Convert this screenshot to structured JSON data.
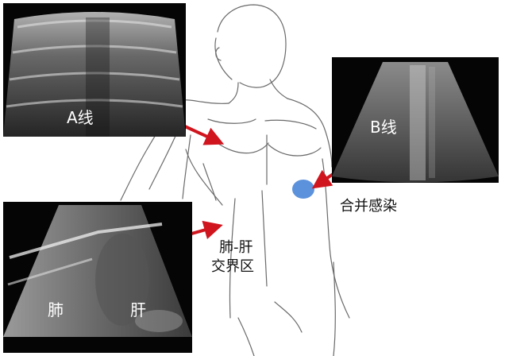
{
  "figure": {
    "labels": {
      "a_line": "A线",
      "b_line": "B线",
      "lung": "肺",
      "liver": "肝",
      "infection": "合并感染",
      "lung_liver_line1": "肺-肝",
      "lung_liver_line2": "交界区"
    },
    "colors": {
      "arrow": "#d0151e",
      "lesion": "#4a86d8",
      "sketch": "#555555",
      "panel_bg": "#050505"
    }
  }
}
